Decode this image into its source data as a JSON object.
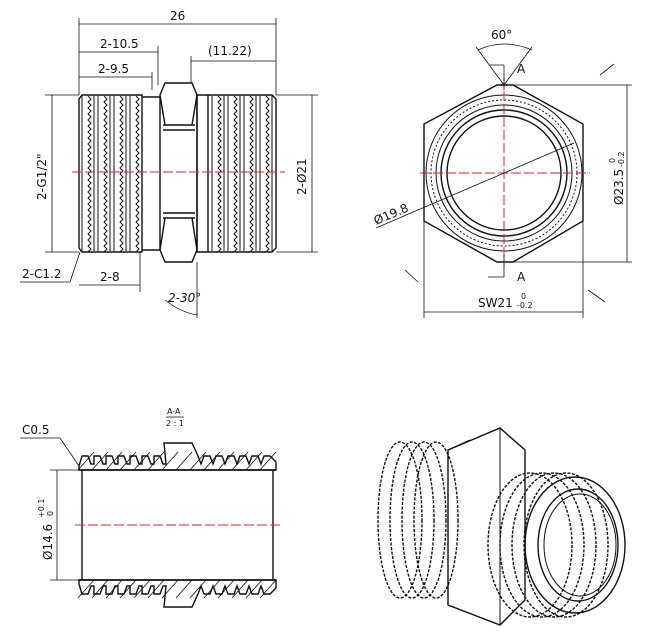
{
  "front_view": {
    "overall_length": "26",
    "thread_length": "2-10.5",
    "usable_length": "2-9.5",
    "hex_to_end": "(11.22)",
    "thread_spec": "2-G1/2\"",
    "outer_diameter": "2-Ø21",
    "chamfer": "2-C1.2",
    "full_thread": "2-8",
    "hex_angle": "2-30°"
  },
  "end_view": {
    "angle": "60°",
    "section_mark_top": "A",
    "section_mark_bottom": "A",
    "across_corners": "Ø23.5",
    "across_corners_tol_upper": "0",
    "across_corners_tol_lower": "-0.2",
    "thread_diameter": "Ø19.8",
    "wrench_size": "SW21",
    "wrench_tol_upper": "0",
    "wrench_tol_lower": "-0.2"
  },
  "section_view": {
    "title": "A-A",
    "scale": "2 : 1",
    "chamfer": "C0.5",
    "bore": "Ø14.6",
    "bore_tol_upper": "+0.1",
    "bore_tol_lower": "0"
  },
  "colors": {
    "centerline": "#e02020",
    "line": "#111111"
  }
}
